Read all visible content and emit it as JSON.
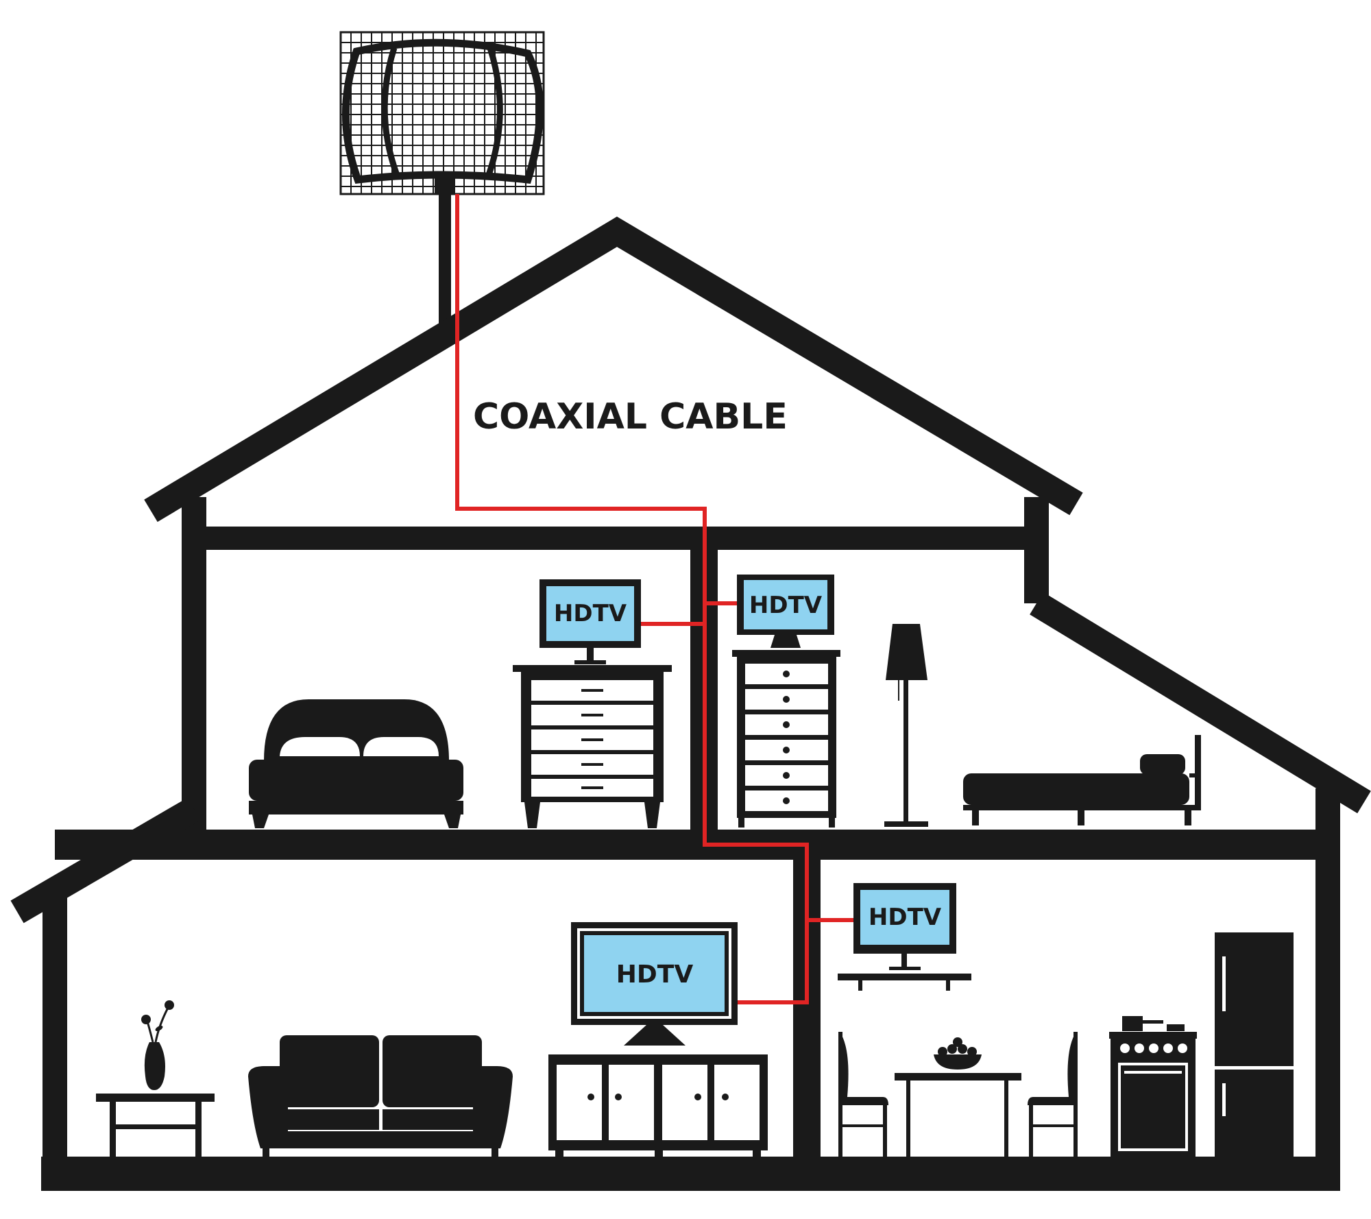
{
  "cable_label": "COAXIAL CABLE",
  "tvs": [
    {
      "id": "upstairs-left",
      "label": "HDTV"
    },
    {
      "id": "upstairs-right",
      "label": "HDTV"
    },
    {
      "id": "kitchen",
      "label": "HDTV"
    },
    {
      "id": "living-room",
      "label": "HDTV"
    }
  ],
  "colors": {
    "structure": "#1a1a1a",
    "cable": "#e02424",
    "screen": "#8fd3f0",
    "background": "#ffffff"
  }
}
